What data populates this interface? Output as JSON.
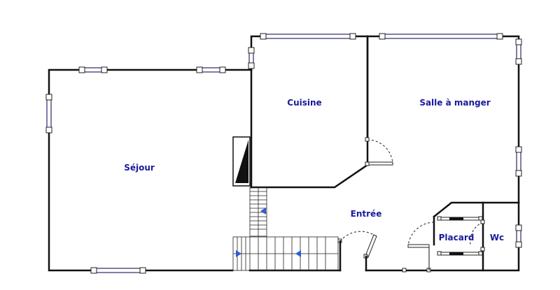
{
  "rooms": {
    "sejour": "Séjour",
    "cuisine": "Cuisine",
    "salle_a_manger": "Salle à manger",
    "entree": "Entrée",
    "placard": "Placard",
    "wc": "Wc"
  },
  "colors": {
    "label": "#1a1a9c",
    "wall": "#111111",
    "arrow": "#2f5cd6"
  }
}
